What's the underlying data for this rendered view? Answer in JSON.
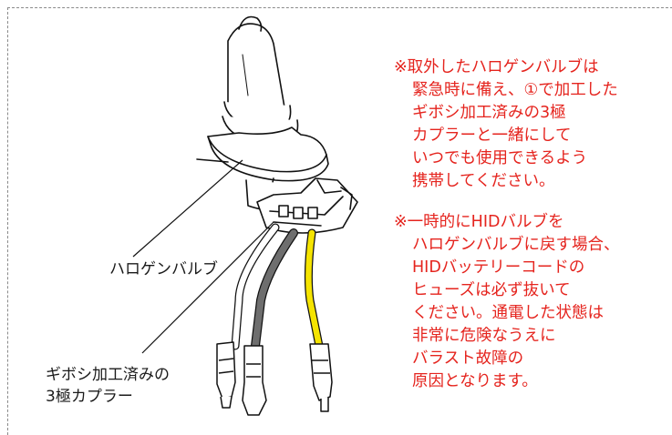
{
  "labels": {
    "bulb": "ハロゲンバルブ",
    "coupler_line1": "ギボシ加工済みの",
    "coupler_line2": "3極カプラー"
  },
  "notes": {
    "note1": [
      "※取外したハロゲンバルブは",
      "緊急時に備え、①で加工した",
      "ギボシ加工済みの3極",
      "カプラーと一緒にして",
      "いつでも使用できるよう",
      "携帯してください。"
    ],
    "note2": [
      "※一時的にHIDバルブを",
      "ハロゲンバルブに戻す場合、",
      "HIDバッテリーコードの",
      "ヒューズは必ず抜いて",
      "ください。通電した状態は",
      "非常に危険なうえに",
      "バラスト故障の",
      "原因となります。"
    ]
  },
  "colors": {
    "note_text": "#e5241e",
    "wire_gray": "#6e6e6e",
    "wire_yellow": "#f5e400",
    "line": "#111111"
  }
}
